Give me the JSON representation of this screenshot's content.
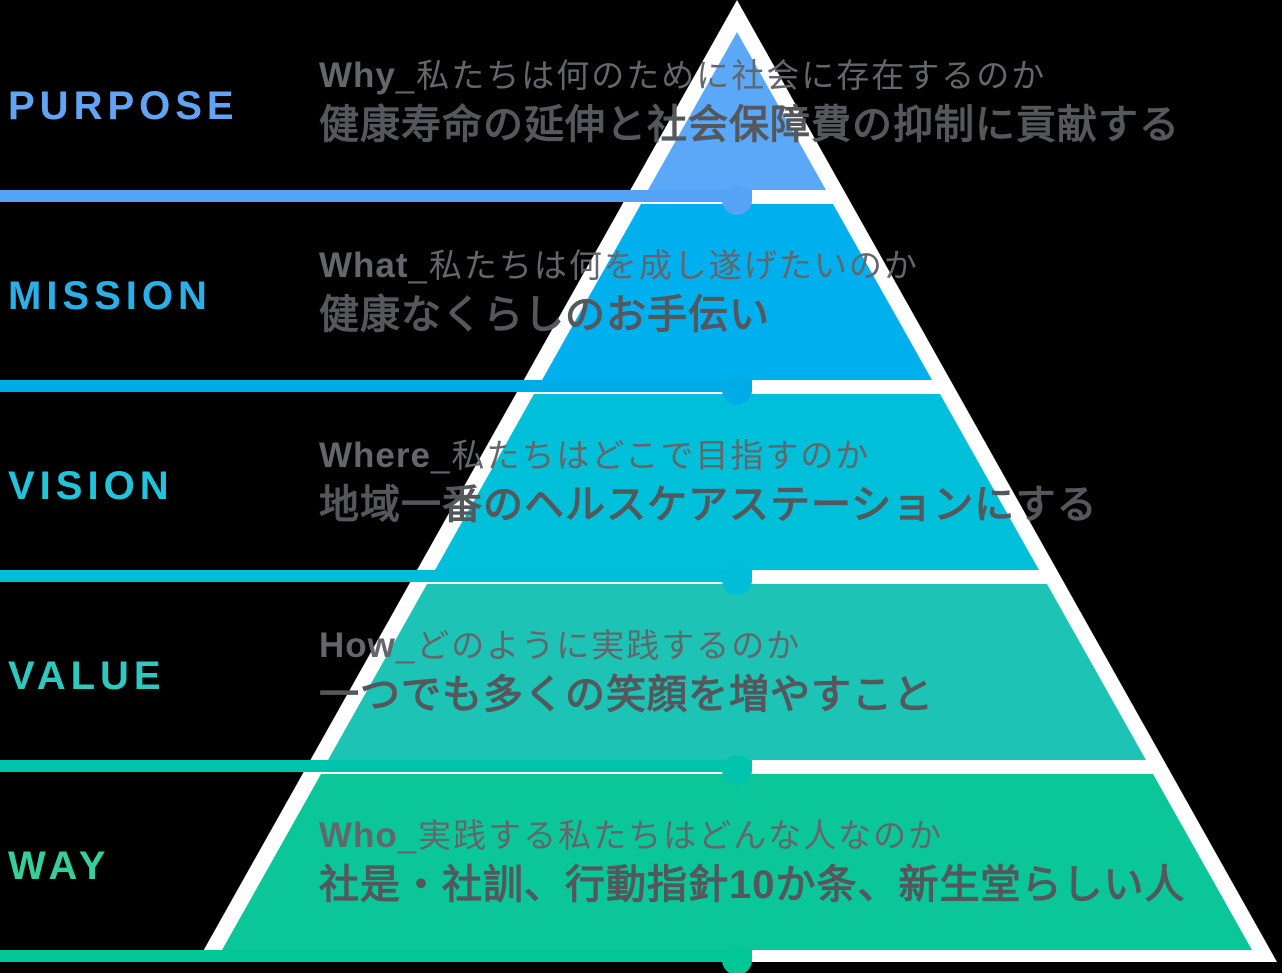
{
  "canvas": {
    "background": "#000000",
    "pyramid_outline": "#ffffff"
  },
  "text_colors": {
    "question": "#63676B",
    "answer": "#54585C"
  },
  "sections": [
    {
      "label": "PURPOSE",
      "label_color": "#61A4F3",
      "band_color": "#5BA8F8",
      "line_color": "#55A3F7",
      "q_prefix": "Why",
      "q_text": "_私たちは何のために社会に存在するのか",
      "answer": "健康寿命の延伸と社会保障費の抑制に貢献する"
    },
    {
      "label": "MISSION",
      "label_color": "#29B0E6",
      "band_color": "#00AFEE",
      "line_color": "#00ACE8",
      "q_prefix": "What",
      "q_text": "_私たちは何を成し遂げたいのか",
      "answer": "健康なくらしのお手伝い"
    },
    {
      "label": "VISION",
      "label_color": "#22C4DB",
      "band_color": "#00BFD8",
      "line_color": "#00BDDA",
      "q_prefix": "Where",
      "q_text": "_私たちはどこで目指すのか",
      "answer": "地域一番のヘルスケアステーションにする"
    },
    {
      "label": "VALUE",
      "label_color": "#2FC8BD",
      "band_color": "#1DC3B4",
      "line_color": "#00C3AE",
      "q_prefix": "How",
      "q_text": "_どのように実践するのか",
      "answer": "一つでも多くの笑顔を増やすこと"
    },
    {
      "label": "WAY",
      "label_color": "#36CE9D",
      "band_color": "#0BC698",
      "line_color": "#00C795",
      "q_prefix": "Who",
      "q_text": "_実践する私たちはどんな人なのか",
      "answer": "社是・社訓、行動指針10か条、新生堂らしい人"
    }
  ]
}
